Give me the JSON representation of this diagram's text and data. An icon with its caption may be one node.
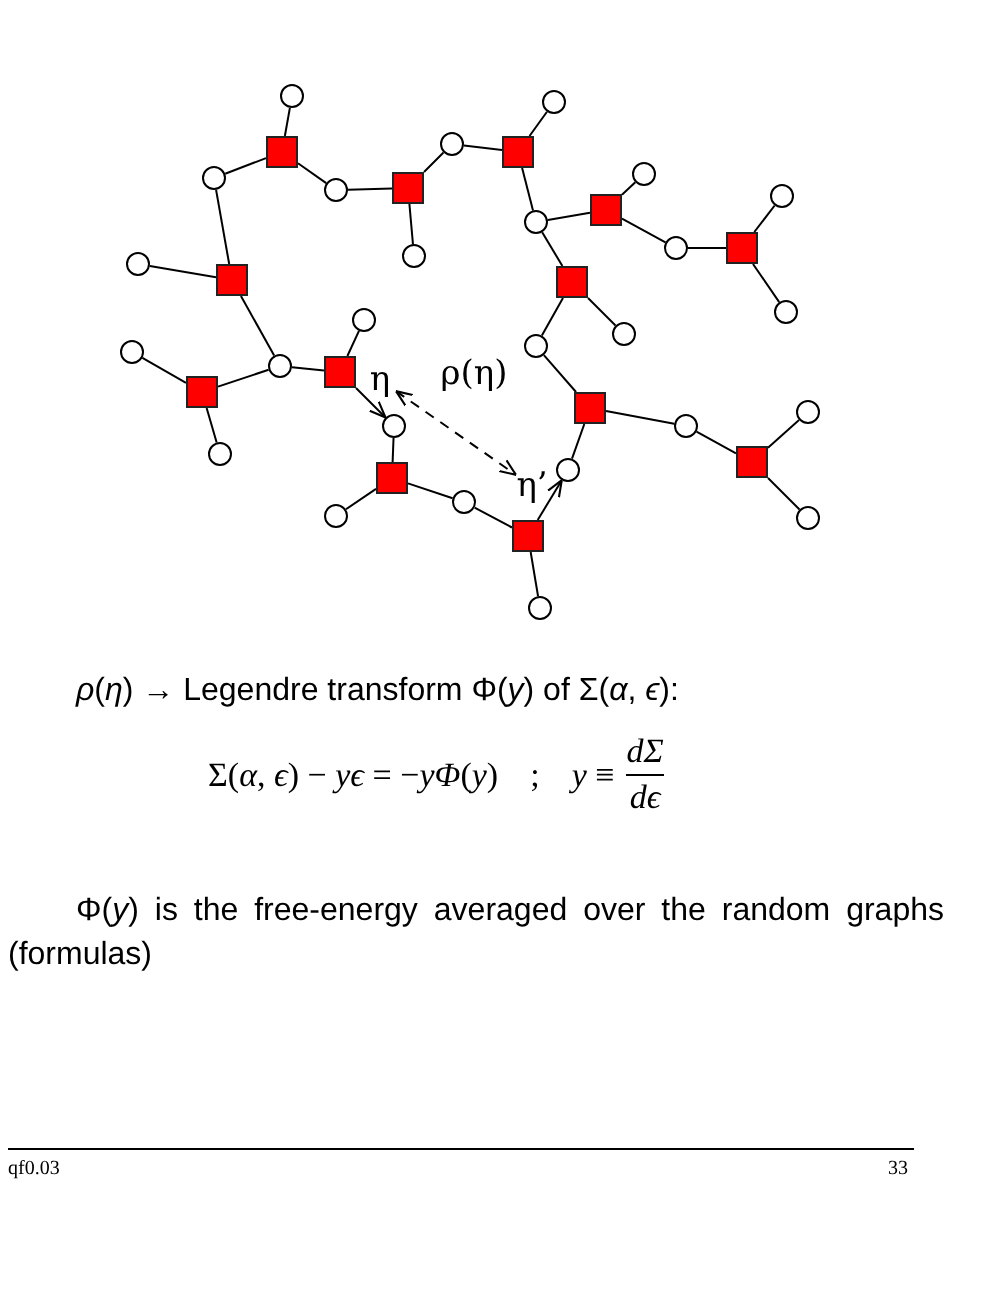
{
  "diagram": {
    "nodes": [
      {
        "text": [],
        "shape": "circle"
      },
      {
        "text": [],
        "shape": "box"
      },
      {
        "text": [],
        "shape": "circle"
      },
      {
        "text": [],
        "shape": "box"
      },
      {
        "text": [],
        "shape": "circle"
      },
      {
        "text": [],
        "shape": "circle"
      },
      {
        "text": [],
        "shape": "circle"
      },
      {
        "text": [],
        "shape": "box"
      },
      {
        "text": [],
        "shape": "box"
      },
      {
        "text": [],
        "shape": "circle"
      },
      {
        "text": [],
        "shape": "circle"
      },
      {
        "text": [],
        "shape": "circle"
      },
      {
        "text": [],
        "shape": "circle"
      },
      {
        "text": [],
        "shape": "box"
      },
      {
        "text": [],
        "shape": "circle"
      },
      {
        "text": [],
        "shape": "circle"
      },
      {
        "text": [],
        "shape": "box"
      },
      {
        "text": [],
        "shape": "box"
      },
      {
        "text": [],
        "shape": "circle"
      },
      {
        "text": [],
        "shape": "circle"
      },
      {
        "text": [],
        "shape": "circle"
      },
      {
        "text": [],
        "shape": "circle"
      },
      {
        "text": [],
        "shape": "circle"
      },
      {
        "text": [],
        "shape": "circle"
      },
      {
        "text": [],
        "shape": "box"
      },
      {
        "text": [],
        "shape": "box"
      },
      {
        "text": [
          "η"
        ]
      },
      {
        "text": [],
        "shape": "box"
      },
      {
        "text": [],
        "shape": "circle"
      },
      {
        "text": [],
        "shape": "circle"
      },
      {
        "text": [],
        "shape": "circle"
      },
      {
        "text": [],
        "shape": "circle"
      },
      {
        "text": [],
        "shape": "box"
      },
      {
        "text": [],
        "shape": "circle"
      },
      {
        "text": [],
        "shape": "box"
      },
      {
        "text": [
          "η’"
        ]
      },
      {
        "text": [],
        "shape": "circle"
      },
      {
        "text": [],
        "shape": "circle"
      },
      {
        "text": [],
        "shape": "circle"
      },
      {
        "text": [],
        "shape": "box"
      },
      {
        "text": [],
        "shape": "circle"
      }
    ],
    "edges": [
      {
        "from": 0,
        "to": 1,
        "arrow": "none"
      },
      {
        "from": 5,
        "to": 1,
        "arrow": "none"
      },
      {
        "from": 1,
        "to": 6,
        "arrow": "none"
      },
      {
        "from": 6,
        "to": 7,
        "arrow": "none"
      },
      {
        "from": 7,
        "to": 14,
        "arrow": "none"
      },
      {
        "from": 7,
        "to": 2,
        "arrow": "none"
      },
      {
        "from": 2,
        "to": 3,
        "arrow": "none"
      },
      {
        "from": 3,
        "to": 4,
        "arrow": "none"
      },
      {
        "from": 3,
        "to": 11,
        "arrow": "none"
      },
      {
        "from": 11,
        "to": 8,
        "arrow": "none"
      },
      {
        "from": 8,
        "to": 9,
        "arrow": "none"
      },
      {
        "from": 8,
        "to": 12,
        "arrow": "none"
      },
      {
        "from": 12,
        "to": 13,
        "arrow": "none"
      },
      {
        "from": 13,
        "to": 10,
        "arrow": "none"
      },
      {
        "from": 13,
        "to": 18,
        "arrow": "none"
      },
      {
        "from": 11,
        "to": 17,
        "arrow": "none"
      },
      {
        "from": 17,
        "to": 21,
        "arrow": "none"
      },
      {
        "from": 17,
        "to": 20,
        "arrow": "none"
      },
      {
        "from": 21,
        "to": 27,
        "arrow": "none"
      },
      {
        "from": 27,
        "to": 30,
        "arrow": "none"
      },
      {
        "from": 30,
        "to": 32,
        "arrow": "none"
      },
      {
        "from": 32,
        "to": 28,
        "arrow": "none"
      },
      {
        "from": 32,
        "to": 38,
        "arrow": "none"
      },
      {
        "from": 27,
        "to": 33,
        "arrow": "none"
      },
      {
        "from": 5,
        "to": 16,
        "arrow": "none"
      },
      {
        "from": 16,
        "to": 15,
        "arrow": "none"
      },
      {
        "from": 16,
        "to": 23,
        "arrow": "none"
      },
      {
        "from": 23,
        "to": 25,
        "arrow": "none"
      },
      {
        "from": 25,
        "to": 22,
        "arrow": "none"
      },
      {
        "from": 25,
        "to": 31,
        "arrow": "none"
      },
      {
        "from": 23,
        "to": 24,
        "arrow": "none"
      },
      {
        "from": 24,
        "to": 19,
        "arrow": "none"
      },
      {
        "from": 24,
        "to": 29,
        "arrow": "to"
      },
      {
        "from": 29,
        "to": 34,
        "arrow": "none"
      },
      {
        "from": 34,
        "to": 37,
        "arrow": "none"
      },
      {
        "from": 34,
        "to": 36,
        "arrow": "none"
      },
      {
        "from": 36,
        "to": 39,
        "arrow": "none"
      },
      {
        "from": 39,
        "to": 40,
        "arrow": "none"
      },
      {
        "from": 39,
        "to": 33,
        "arrow": "to"
      },
      {
        "from": 26,
        "to": 35,
        "arrow": "both",
        "style": "dashed",
        "label": "ρ(η)"
      }
    ],
    "labels": [
      "*ρ*(*η*) → Legendre transform Φ(*y*) of Σ(*α*, *ϵ*):",
      "Σ(*α*, *ϵ*) − *yϵ* = −*yΦ*(*y*)",
      ";",
      "*y* ≡",
      "*dΣ*",
      "*dϵ*",
      "Φ(*y*) is the free-energy averaged over the random graphs (formulas)",
      "qf0.03",
      "33"
    ]
  }
}
